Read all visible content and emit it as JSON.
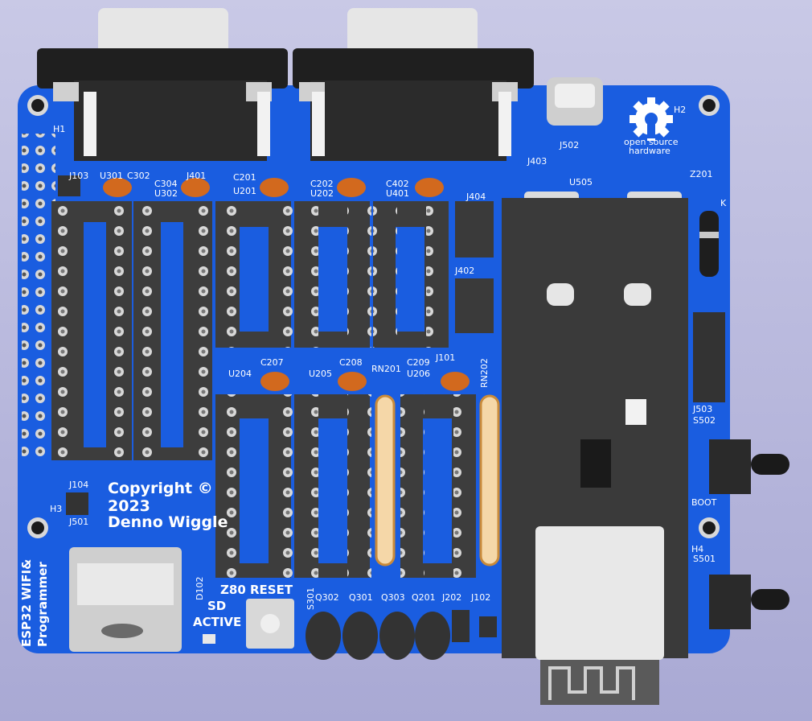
{
  "colors": {
    "board": "#1a5de0",
    "board_dark": "#0f3fb0",
    "silk": "#ffffff",
    "pad": "#d8d8d8",
    "cap": "#d2691e",
    "module": "#3a3a3a",
    "background": "#b9b9dc"
  },
  "icons": [
    "gear-icon"
  ],
  "copyright": {
    "line1": "Copyright ©",
    "line2": "2023",
    "line3": "Denno Wiggle"
  },
  "esp": {
    "line1": "ESP32 WIFI&",
    "line2": "Programmer"
  },
  "osh": {
    "line1": "open source",
    "line2": "hardware"
  },
  "labels": {
    "z80_reset": "Z80 RESET",
    "sd": "SD",
    "active": "ACTIVE",
    "boot": "BOOT",
    "h1": "H1",
    "h2": "H2",
    "h3": "H3",
    "h4": "H4",
    "j103": "J103",
    "u301": "U301",
    "c302": "C302",
    "c304": "C304",
    "u302": "U302",
    "j401": "J401",
    "c201": "C201",
    "u201": "U201",
    "c202": "C202",
    "u202": "U202",
    "c402": "C402",
    "u401": "U401",
    "j404": "J404",
    "j402": "J402",
    "j403": "J403",
    "u505": "U505",
    "j502": "J502",
    "z201": "Z201",
    "k": "K",
    "u204": "U204",
    "c207": "C207",
    "u205": "U205",
    "c208": "C208",
    "rn201": "RN201",
    "c209": "C209",
    "u206": "U206",
    "j101": "J101",
    "rn202": "RN202",
    "j503": "J503",
    "s502": "S502",
    "s501": "S501",
    "j104": "J104",
    "j501": "J501",
    "d102": "D102",
    "s301": "S301",
    "q302": "Q302",
    "q301": "Q301",
    "q303": "Q303",
    "q201": "Q201",
    "j202": "J202",
    "j102": "J102"
  }
}
